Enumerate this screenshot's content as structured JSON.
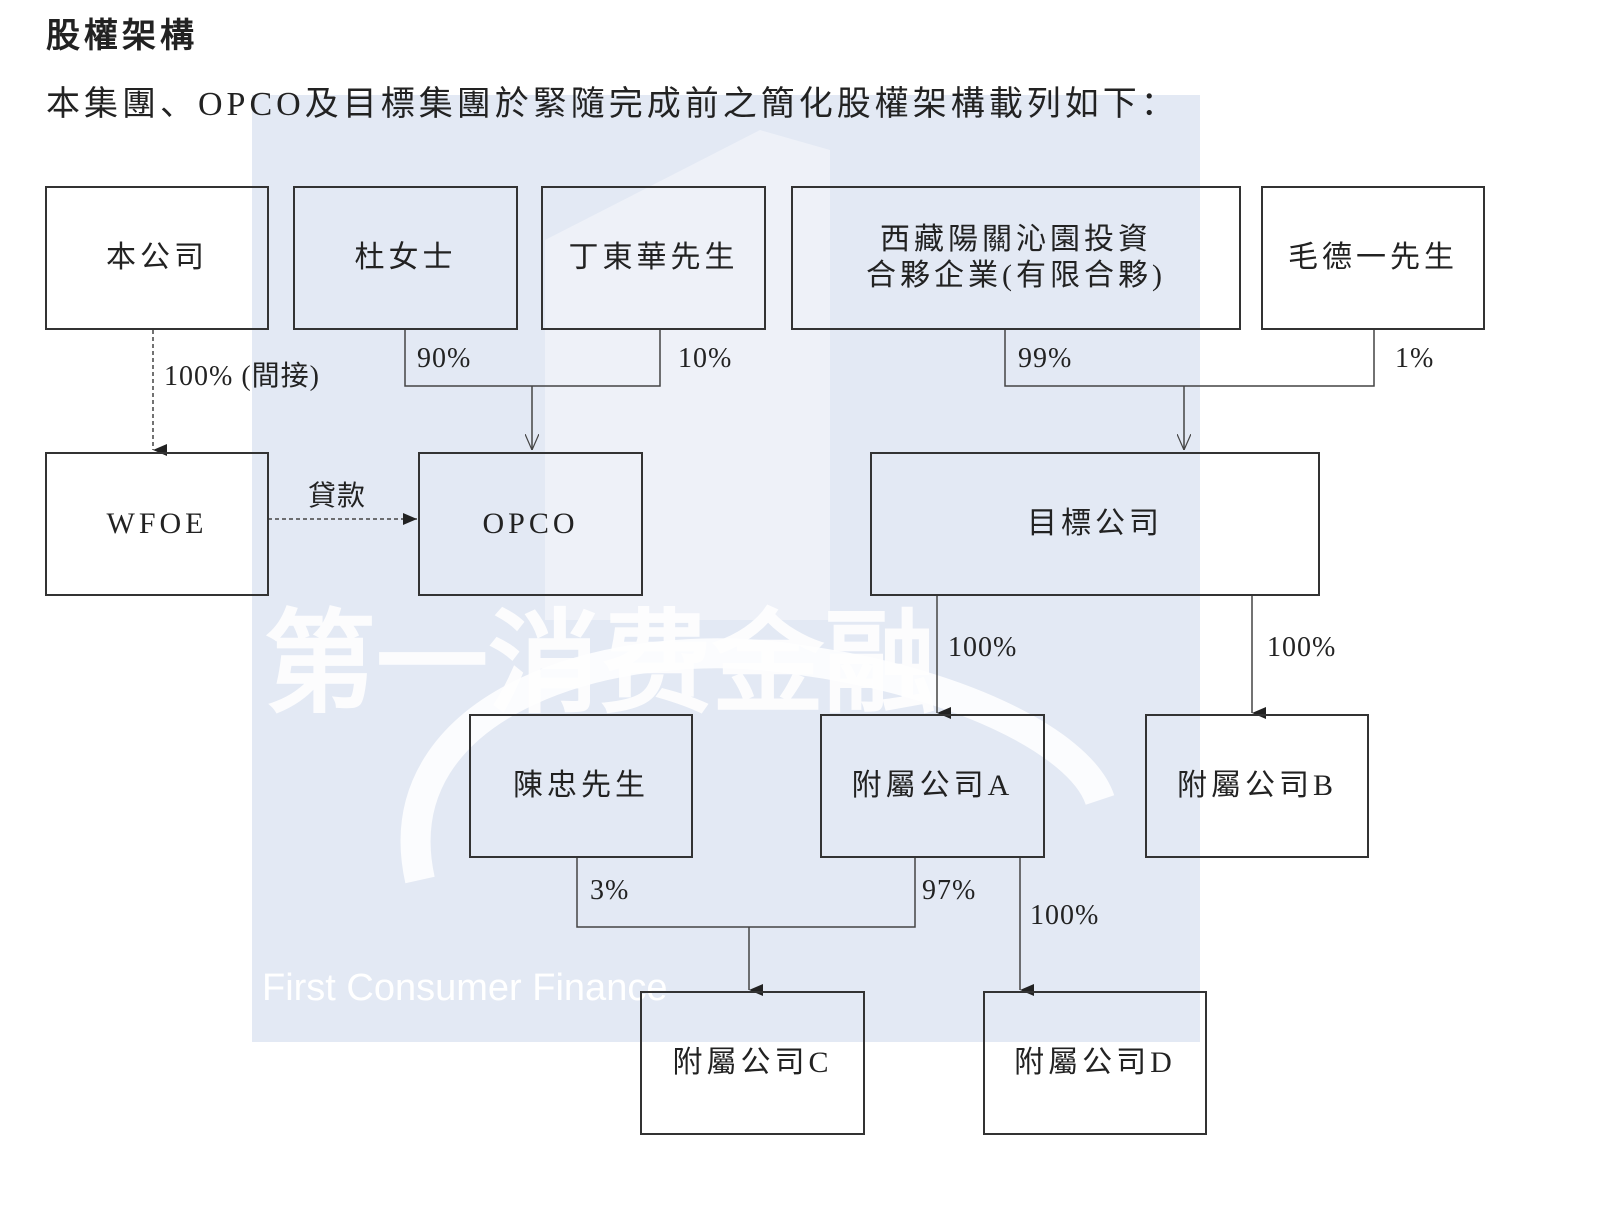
{
  "heading": "股權架構",
  "intro": "本集團、OPCO及目標集團於緊隨完成前之簡化股權架構載列如下：",
  "watermark": {
    "english": "First Consumer Finance",
    "chinese": "第一消费金融",
    "color": "#e3e9f4"
  },
  "entities": {
    "company": "本公司",
    "du": "杜女士",
    "ding": "丁東華先生",
    "tibet_line1": "西藏陽關沁園投資",
    "tibet_line2": "合夥企業(有限合夥)",
    "mao": "毛德一先生",
    "wfoe": "WFOE",
    "opco": "OPCO",
    "target": "目標公司",
    "chen": "陳忠先生",
    "sub_a": "附屬公司A",
    "sub_b": "附屬公司B",
    "sub_c": "附屬公司C",
    "sub_d": "附屬公司D"
  },
  "relations": {
    "company_wfoe": "100% (間接)",
    "wfoe_opco": "貸款",
    "du_opco": "90%",
    "ding_opco": "10%",
    "tibet_target": "99%",
    "mao_target": "1%",
    "target_a": "100%",
    "target_b": "100%",
    "chen_c": "3%",
    "a_c": "97%",
    "a_d": "100%"
  }
}
